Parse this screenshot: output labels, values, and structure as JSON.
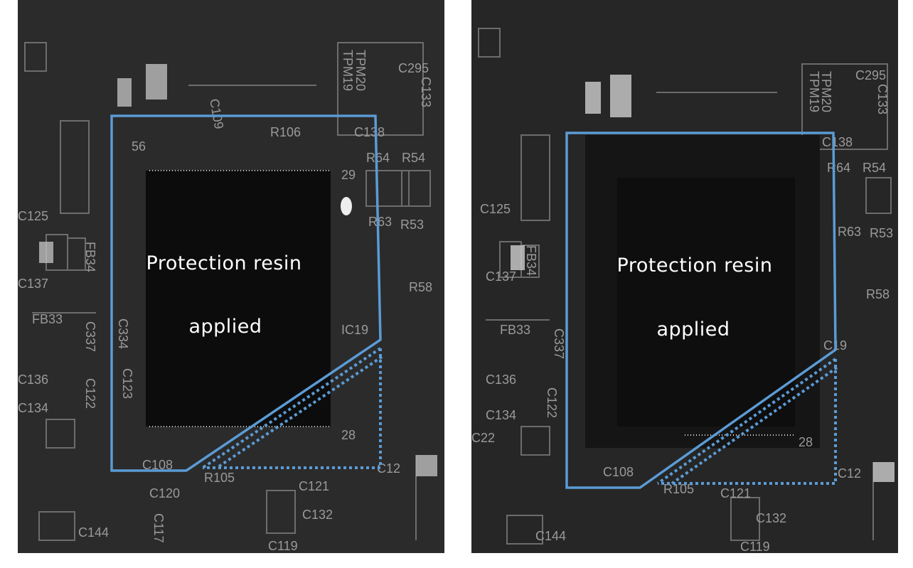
{
  "panels": [
    {
      "id": "before",
      "label_line1": "Protection resin",
      "label_line2": "applied"
    },
    {
      "id": "after",
      "label_line1": "Protection resin",
      "label_line2": "applied"
    }
  ],
  "silkscreen_left": [
    "R106",
    "C109",
    "TPM19",
    "TPM20",
    "C295",
    "C133",
    "C138",
    "R64",
    "R54",
    "R63",
    "R53",
    "C125",
    "FB34",
    "C137",
    "FB33",
    "C337",
    "C334",
    "C136",
    "C134",
    "C122",
    "C123",
    "R58",
    "IC19",
    "C108",
    "R105",
    "C120",
    "C121",
    "C132",
    "C144",
    "C117",
    "C119",
    "C12",
    "28",
    "29",
    "56"
  ],
  "silkscreen_right": [
    "TPM19",
    "TPM20",
    "C295",
    "C133",
    "C138",
    "R64",
    "R54",
    "R63",
    "R53",
    "C125",
    "FB34",
    "C137",
    "FB33",
    "C337",
    "C136",
    "C134",
    "C122",
    "C22",
    "R58",
    "C19",
    "C108",
    "R105",
    "C121",
    "C132",
    "C144",
    "C119",
    "C12",
    "28"
  ],
  "colors": {
    "annotation": "#5b9bd5",
    "text": "#ffffff"
  }
}
